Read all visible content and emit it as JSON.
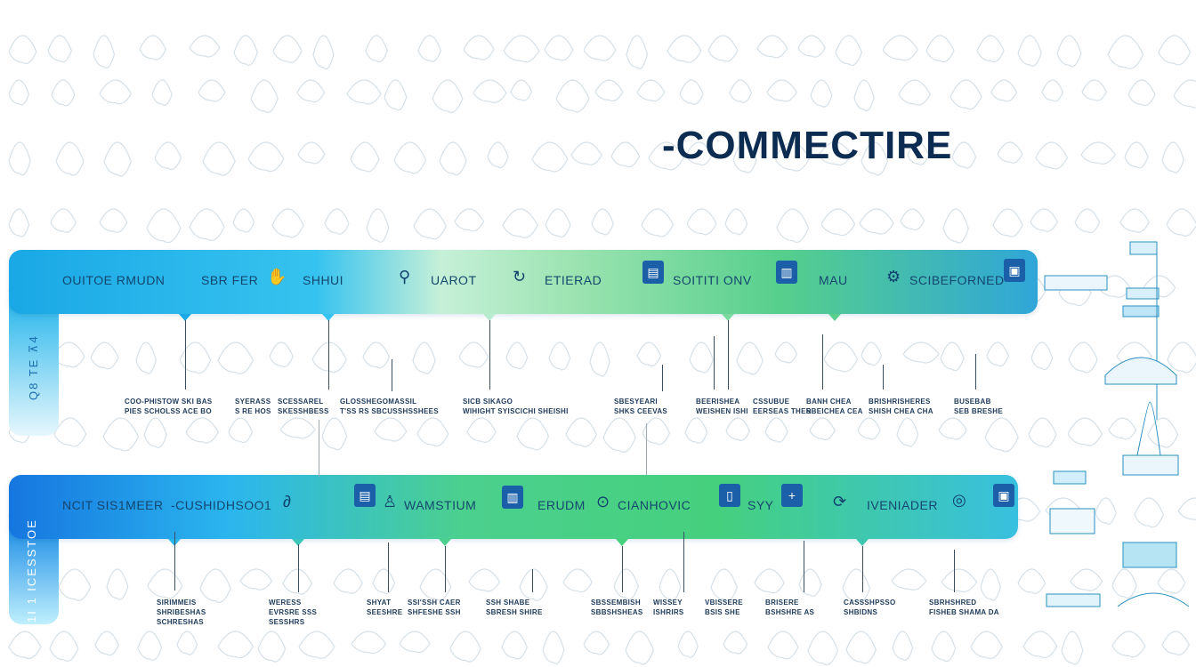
{
  "title": "-COMMECTIRE",
  "row1": {
    "side_label": "Q8 TE ⊼4",
    "segments": [
      {
        "label": "OUITOE RMUDN"
      },
      {
        "label": "SBR FER"
      },
      {
        "label": "SHHUI"
      },
      {
        "label": "UAROT"
      },
      {
        "label": "ETIERAD"
      },
      {
        "label": "SOITITI ONV"
      },
      {
        "label": "MAU"
      },
      {
        "label": "SCIBEFORNED"
      }
    ],
    "captions": [
      {
        "l1": "COO-PHISTOW SKI BAS",
        "l2": "PIES SCHOLSS ACE BO"
      },
      {
        "l1": "SYERASS",
        "l2": "S RE HOS"
      },
      {
        "l1": "SCESSAREL",
        "l2": "SKESSHBESS"
      },
      {
        "l1": "GLOSSHEGOMASSIL",
        "l2": "T'SS RS SBCUSSHSSHEES"
      },
      {
        "l1": "SICB SIKAGO",
        "l2": "WIHIGHT SYISCICHI SHEISHI"
      },
      {
        "l1": "SBESYEARI",
        "l2": "SHKS CEEVAS"
      },
      {
        "l1": "BEERISHEA",
        "l2": "WEISHEN ISHI"
      },
      {
        "l1": "CSSUBUE",
        "l2": "EERSEAS THER"
      },
      {
        "l1": "BANH CHEA",
        "l2": "SBEICHEA CEA"
      },
      {
        "l1": "BRISHRISHERES",
        "l2": "SHISH CHEA CHA"
      },
      {
        "l1": "BUSEBAB",
        "l2": "SEB BRESHE"
      }
    ]
  },
  "row2": {
    "side_label": "1I 1 ICESSTOE",
    "segments": [
      {
        "label": "NCIT SIS1MEER"
      },
      {
        "label": "-CUSHIDHSOO1"
      },
      {
        "label": "WAMSTIUM"
      },
      {
        "label": "ERUDM"
      },
      {
        "label": "CIANHOVIC"
      },
      {
        "label": "SYY"
      },
      {
        "label": "IVENIADER"
      }
    ],
    "captions": [
      {
        "l1": "SIRIMMEIS",
        "l2": "SHRIBESHAS",
        "l3": "SCHRESHAS"
      },
      {
        "l1": "WERESS",
        "l2": "EVRSRE SSS",
        "l3": "SESSHRS"
      },
      {
        "l1": "SHYAT",
        "l2": "SEESHRE"
      },
      {
        "l1": "SSI'SSH CAER",
        "l2": "SHFESHE SSH"
      },
      {
        "l1": "SSH SHABE",
        "l2": "SBRESH SHIRE"
      },
      {
        "l1": "SBSSEMBISH",
        "l2": "SBBSHSHEAS"
      },
      {
        "l1": "WISSEY",
        "l2": "ISHRIRS"
      },
      {
        "l1": "VBISSERE",
        "l2": "BSIS SHE"
      },
      {
        "l1": "BRISERE",
        "l2": "BSHSHRE AS"
      },
      {
        "l1": "CASSSHPSSO",
        "l2": "SHBIDNS"
      },
      {
        "l1": "SBRHSHRED",
        "l2": "FISHEB SHAMA DA"
      }
    ]
  }
}
